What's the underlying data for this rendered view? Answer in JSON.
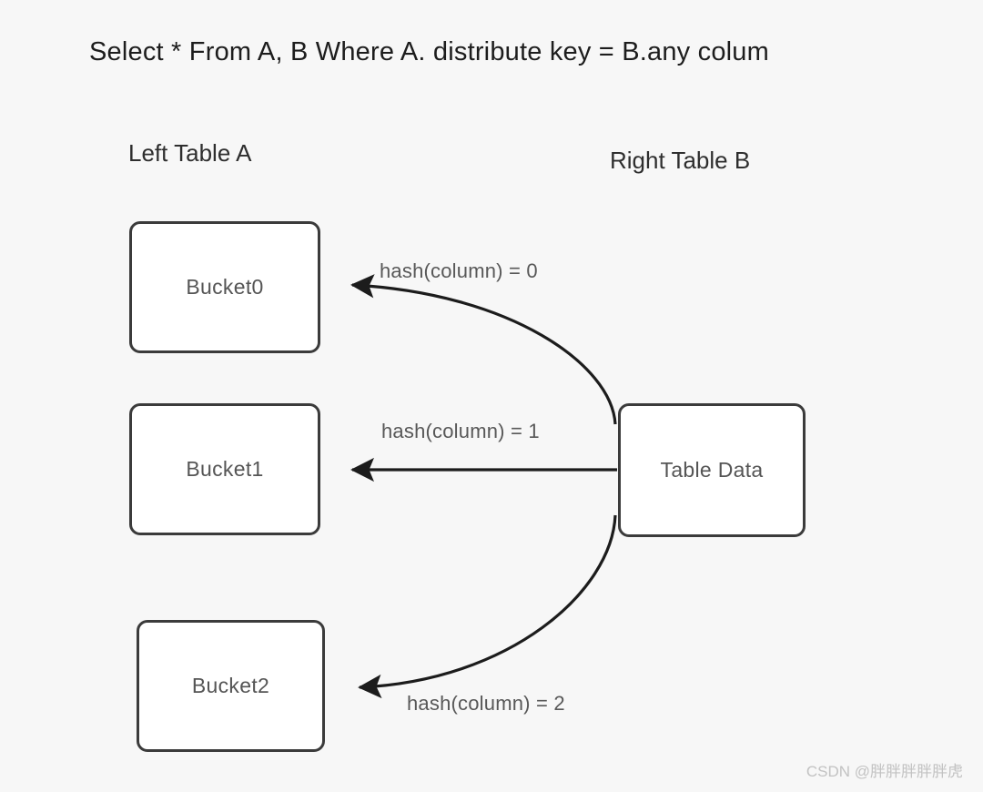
{
  "diagram": {
    "title": "Select * From A, B Where A. distribute key = B.any colum",
    "left_table_label": "Left Table A",
    "right_table_label": "Right Table B",
    "background_color": "#f7f7f7",
    "node_border_color": "#3b3b3b",
    "node_fill_color": "#ffffff",
    "edge_color": "#1c1c1c",
    "nodes": [
      {
        "id": "bucket0",
        "label": "Bucket0"
      },
      {
        "id": "bucket1",
        "label": "Bucket1"
      },
      {
        "id": "bucket2",
        "label": "Bucket2"
      },
      {
        "id": "table_data",
        "label": "Table Data"
      }
    ],
    "edges": [
      {
        "id": "edge0",
        "from": "table_data",
        "to": "bucket0",
        "label": "hash(column) = 0",
        "shape": "curve-up"
      },
      {
        "id": "edge1",
        "from": "table_data",
        "to": "bucket1",
        "label": "hash(column) = 1",
        "shape": "straight"
      },
      {
        "id": "edge2",
        "from": "table_data",
        "to": "bucket2",
        "label": "hash(column) = 2",
        "shape": "curve-down"
      }
    ]
  },
  "watermark": {
    "text": "CSDN @胖胖胖胖胖虎"
  }
}
